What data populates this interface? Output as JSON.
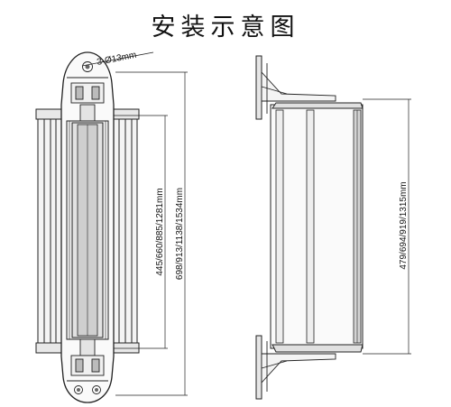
{
  "title": "安装示意图",
  "labels": {
    "hole_spec": "3-Ø13mm",
    "front_dim_inner": "445/660/885/1281mm",
    "front_dim_outer": "698/913/1138/1534mm",
    "side_dim": "479/694/919/1315mm"
  },
  "colors": {
    "line": "#222222",
    "fill_light": "#f2f2f2",
    "fill_mid": "#dddddd",
    "fill_dark": "#9a9a9a"
  }
}
